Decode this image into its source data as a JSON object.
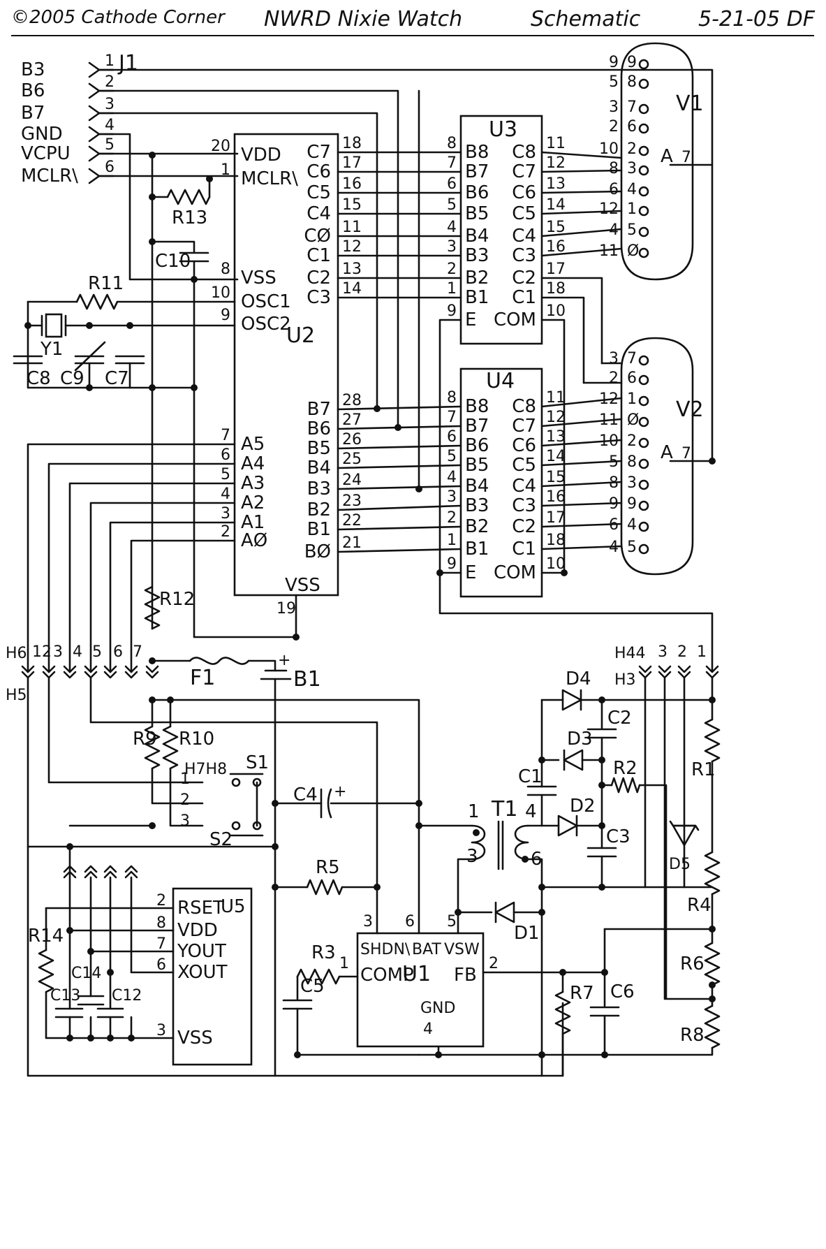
{
  "header": {
    "copyright": "©2005 Cathode Corner",
    "title": "NWRD Nixie Watch",
    "kind": "Schematic",
    "date": "5-21-05 DF"
  },
  "connector_j1": {
    "ref": "J1",
    "signals": [
      "B3",
      "B6",
      "B7",
      "GND",
      "VCPU",
      "MCLR\\"
    ],
    "pins": [
      "1",
      "2",
      "3",
      "4",
      "5",
      "6"
    ]
  },
  "u2": {
    "ref": "U2",
    "left_pins": [
      {
        "name": "VDD",
        "num": "20"
      },
      {
        "name": "MCLR\\",
        "num": "1"
      },
      {
        "name": "VSS",
        "num": "8"
      },
      {
        "name": "OSC1",
        "num": "10"
      },
      {
        "name": "OSC2",
        "num": "9"
      },
      {
        "name": "A5",
        "num": "7"
      },
      {
        "name": "A4",
        "num": "6"
      },
      {
        "name": "A3",
        "num": "5"
      },
      {
        "name": "A2",
        "num": "4"
      },
      {
        "name": "A1",
        "num": "3"
      },
      {
        "name": "AØ",
        "num": "2"
      }
    ],
    "right_c_pins": [
      {
        "name": "C7",
        "num": "18"
      },
      {
        "name": "C6",
        "num": "17"
      },
      {
        "name": "C5",
        "num": "16"
      },
      {
        "name": "C4",
        "num": "15"
      },
      {
        "name": "CØ",
        "num": "11"
      },
      {
        "name": "C1",
        "num": "12"
      },
      {
        "name": "C2",
        "num": "13"
      },
      {
        "name": "C3",
        "num": "14"
      }
    ],
    "right_b_pins": [
      {
        "name": "B7",
        "num": "28"
      },
      {
        "name": "B6",
        "num": "27"
      },
      {
        "name": "B5",
        "num": "26"
      },
      {
        "name": "B4",
        "num": "25"
      },
      {
        "name": "B3",
        "num": "24"
      },
      {
        "name": "B2",
        "num": "23"
      },
      {
        "name": "B1",
        "num": "22"
      },
      {
        "name": "BØ",
        "num": "21"
      }
    ],
    "bottom_pin": {
      "name": "VSS",
      "num": "19"
    }
  },
  "u3": {
    "ref": "U3",
    "left_pins": [
      {
        "name": "B8",
        "num": "8"
      },
      {
        "name": "B7",
        "num": "7"
      },
      {
        "name": "B6",
        "num": "6"
      },
      {
        "name": "B5",
        "num": "5"
      },
      {
        "name": "B4",
        "num": "4"
      },
      {
        "name": "B3",
        "num": "3"
      },
      {
        "name": "B2",
        "num": "2"
      },
      {
        "name": "B1",
        "num": "1"
      },
      {
        "name": "E",
        "num": "9"
      }
    ],
    "right_pins": [
      {
        "name": "C8",
        "num": "11"
      },
      {
        "name": "C7",
        "num": "12"
      },
      {
        "name": "C6",
        "num": "13"
      },
      {
        "name": "C5",
        "num": "14"
      },
      {
        "name": "C4",
        "num": "15"
      },
      {
        "name": "C3",
        "num": "16"
      },
      {
        "name": "C2",
        "num": "17"
      },
      {
        "name": "C1",
        "num": "18"
      },
      {
        "name": "COM",
        "num": "10"
      }
    ]
  },
  "u4": {
    "ref": "U4",
    "left_pins": [
      {
        "name": "B8",
        "num": "8"
      },
      {
        "name": "B7",
        "num": "7"
      },
      {
        "name": "B6",
        "num": "6"
      },
      {
        "name": "B5",
        "num": "5"
      },
      {
        "name": "B4",
        "num": "4"
      },
      {
        "name": "B3",
        "num": "3"
      },
      {
        "name": "B2",
        "num": "2"
      },
      {
        "name": "B1",
        "num": "1"
      },
      {
        "name": "E",
        "num": "9"
      }
    ],
    "right_pins": [
      {
        "name": "C8",
        "num": "11"
      },
      {
        "name": "C7",
        "num": "12"
      },
      {
        "name": "C6",
        "num": "13"
      },
      {
        "name": "C5",
        "num": "14"
      },
      {
        "name": "C4",
        "num": "15"
      },
      {
        "name": "C3",
        "num": "16"
      },
      {
        "name": "C2",
        "num": "17"
      },
      {
        "name": "C1",
        "num": "18"
      },
      {
        "name": "COM",
        "num": "10"
      }
    ]
  },
  "v1": {
    "ref": "V1",
    "rows": [
      {
        "pin": "9",
        "digit": "9"
      },
      {
        "pin": "5",
        "digit": "8"
      },
      {
        "pin": "3",
        "digit": "7"
      },
      {
        "pin": "2",
        "digit": "6"
      },
      {
        "pin": "10",
        "digit": "2"
      },
      {
        "pin": "8",
        "digit": "3"
      },
      {
        "pin": "6",
        "digit": "4"
      },
      {
        "pin": "12",
        "digit": "1"
      },
      {
        "pin": "4",
        "digit": "5"
      },
      {
        "pin": "11",
        "digit": "Ø"
      }
    ],
    "anode": "A",
    "anode_pin": "7"
  },
  "v2": {
    "ref": "V2",
    "rows": [
      {
        "pin": "3",
        "digit": "7"
      },
      {
        "pin": "2",
        "digit": "6"
      },
      {
        "pin": "12",
        "digit": "1"
      },
      {
        "pin": "11",
        "digit": "Ø"
      },
      {
        "pin": "10",
        "digit": "2"
      },
      {
        "pin": "5",
        "digit": "8"
      },
      {
        "pin": "8",
        "digit": "3"
      },
      {
        "pin": "9",
        "digit": "9"
      },
      {
        "pin": "6",
        "digit": "4"
      },
      {
        "pin": "4",
        "digit": "5"
      }
    ],
    "anode": "A",
    "anode_pin": "7"
  },
  "u5": {
    "ref": "U5",
    "pins": [
      {
        "name": "RSET",
        "num": "2"
      },
      {
        "name": "VDD",
        "num": "8"
      },
      {
        "name": "YOUT",
        "num": "7"
      },
      {
        "name": "XOUT",
        "num": "6"
      },
      {
        "name": "VSS",
        "num": "3"
      }
    ]
  },
  "u1": {
    "ref": "U1",
    "pins": [
      {
        "name": "SHDN\\",
        "num": "3"
      },
      {
        "name": "BAT",
        "num": "6"
      },
      {
        "name": "VSW",
        "num": "5"
      },
      {
        "name": "COMP",
        "num": "1"
      },
      {
        "name": "FB",
        "num": "2"
      },
      {
        "name": "GND",
        "num": "4"
      }
    ]
  },
  "components": {
    "r11": "R11",
    "r13": "R13",
    "r12": "R12",
    "r9": "R9",
    "r10": "R10",
    "r5": "R5",
    "r3": "R3",
    "r14": "R14",
    "r1": "R1",
    "r2": "R2",
    "r4": "R4",
    "r6": "R6",
    "r7": "R7",
    "r8": "R8",
    "c10": "C10",
    "c8": "C8",
    "c9": "C9",
    "c7": "C7",
    "c4": "C4",
    "c5": "C5",
    "c13": "C13",
    "c14": "C14",
    "c12": "C12",
    "c1": "C1",
    "c2": "C2",
    "c3": "C3",
    "c6": "C6",
    "d1": "D1",
    "d2": "D2",
    "d3": "D3",
    "d4": "D4",
    "d5": "D5",
    "y1": "Y1",
    "f1": "F1",
    "b1": "B1",
    "t1": "T1",
    "s1": "S1",
    "s2": "S2"
  },
  "headers": {
    "h6": "H6",
    "h5": "H5",
    "h44": "H44",
    "h3": "H3",
    "h7h8": "H7H8",
    "left_pins": [
      "12",
      "3",
      "4",
      "5",
      "6",
      "7"
    ],
    "right_pins": [
      "3",
      "2",
      "1"
    ],
    "switch_pins": [
      "1",
      "2",
      "3"
    ]
  },
  "misc": {
    "t1_pins": [
      "1",
      "3",
      "4",
      "6"
    ],
    "b1_plus": "+",
    "c4_plus": "+"
  }
}
